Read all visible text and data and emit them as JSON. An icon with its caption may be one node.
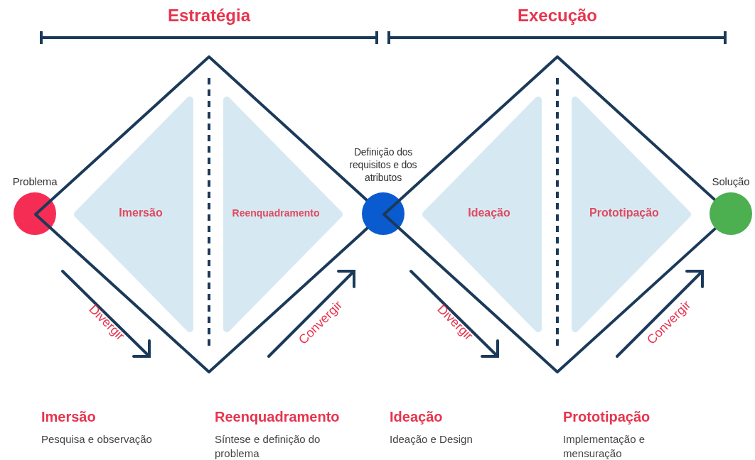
{
  "diagram": {
    "nodes": [
      {
        "text": [],
        "shape": "circle",
        "beside": [
          "Problema"
        ]
      },
      {
        "text": [],
        "shape": "diamond"
      },
      {
        "text": [
          "Imersão"
        ],
        "in": 1
      },
      {
        "text": [
          "Reenquadramento"
        ],
        "in": 1
      },
      {
        "text": [],
        "shape": "circle",
        "beside": [
          "Definição dos requisitos e dos atributos"
        ]
      },
      {
        "text": [],
        "shape": "diamond"
      },
      {
        "text": [
          "Ideação"
        ],
        "in": 5
      },
      {
        "text": [
          "Prototipação"
        ],
        "in": 5
      },
      {
        "text": [],
        "shape": "circle",
        "beside": [
          "Solução"
        ]
      }
    ],
    "labels": [
      "Estratégia",
      "Execução",
      "Divergir",
      "Convergir",
      "Divergir",
      "Convergir",
      "Imersão",
      "Pesquisa e observação",
      "Reenquadramento",
      "Síntese e definição do problema",
      "Ideação",
      "Ideação e Design",
      "Prototipação",
      "Implementação e mensuração"
    ]
  }
}
